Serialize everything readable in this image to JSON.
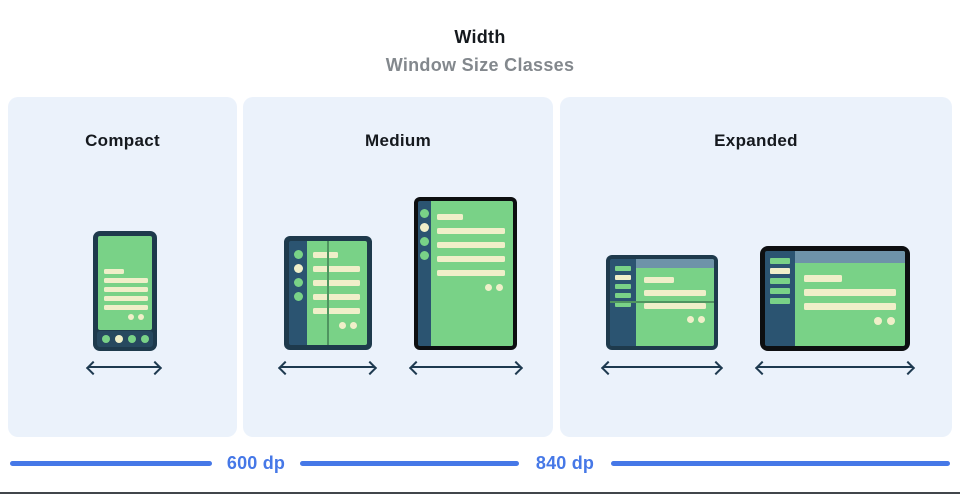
{
  "header": {
    "title": "Width",
    "subtitle": "Window Size Classes"
  },
  "panels": [
    {
      "label": "Compact",
      "devices": [
        {
          "name": "phone-illustration"
        }
      ]
    },
    {
      "label": "Medium",
      "devices": [
        {
          "name": "foldable-illustration"
        },
        {
          "name": "tablet-portrait-illustration"
        }
      ]
    },
    {
      "label": "Expanded",
      "devices": [
        {
          "name": "foldable-landscape-illustration"
        },
        {
          "name": "tablet-landscape-illustration"
        }
      ]
    }
  ],
  "ruler": {
    "labels": [
      "600 dp",
      "840 dp"
    ]
  },
  "colors": {
    "accent-blue": "#4678E7",
    "panel-bg": "#EBF2FB",
    "title-ink": "#15191E",
    "subtitle-gray": "#83888D",
    "frame-navy": "#1E3A4C",
    "frame-black": "#0D0F11",
    "rail-navy": "#2B5471",
    "screen-green": "#79D287",
    "fold-green": "#4F9460",
    "content-cream": "#F0EFC9",
    "header-slate": "#6E93A9",
    "arrow-navy": "#1E3A50",
    "navbar-navy": "#27495F"
  }
}
